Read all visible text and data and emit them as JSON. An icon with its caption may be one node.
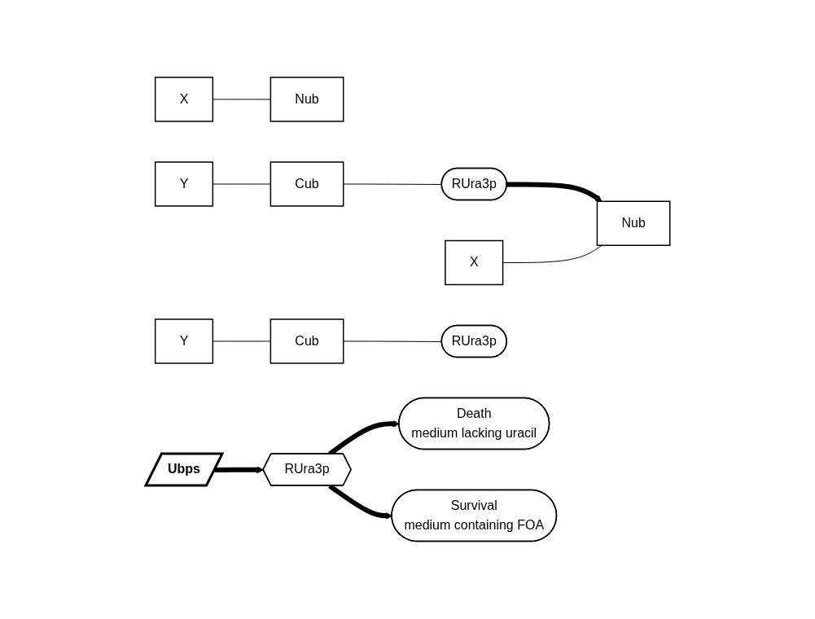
{
  "diagram": {
    "nodes": [
      {
        "text": [
          "X"
        ]
      },
      {
        "text": [
          "Y"
        ]
      },
      {
        "text": [
          "Nub"
        ]
      },
      {
        "text": [
          "Cub"
        ]
      },
      {
        "text": [
          "RUra3p"
        ]
      },
      {
        "text": [
          "X"
        ]
      },
      {
        "text": [
          "Y"
        ]
      },
      {
        "text": [
          "Nub"
        ]
      },
      {
        "text": [
          "Cub"
        ]
      },
      {
        "text": [
          "RUra3p"
        ]
      },
      {
        "text": [
          "Ubps"
        ]
      },
      {
        "text": [
          "RUra3p"
        ]
      },
      {
        "text": [
          "Death",
          "medium lacking uracil"
        ]
      },
      {
        "text": [
          "Survival",
          "medium containing FOA"
        ]
      }
    ],
    "edges": [
      {
        "from": 0,
        "to": 2,
        "arrow": "none"
      },
      {
        "from": 1,
        "to": 3,
        "arrow": "none"
      },
      {
        "from": 3,
        "to": 4,
        "arrow": "none"
      },
      {
        "from": 4,
        "to": 7,
        "arrow": "to",
        "style": "thick"
      },
      {
        "from": 5,
        "to": 7,
        "arrow": "none"
      },
      {
        "from": 6,
        "to": 8,
        "arrow": "none"
      },
      {
        "from": 8,
        "to": 9,
        "arrow": "none"
      },
      {
        "from": 10,
        "to": 11,
        "arrow": "to",
        "style": "thick"
      },
      {
        "from": 11,
        "to": 12,
        "arrow": "to",
        "style": "thick"
      },
      {
        "from": 11,
        "to": 13,
        "arrow": "to",
        "style": "thick"
      }
    ]
  }
}
